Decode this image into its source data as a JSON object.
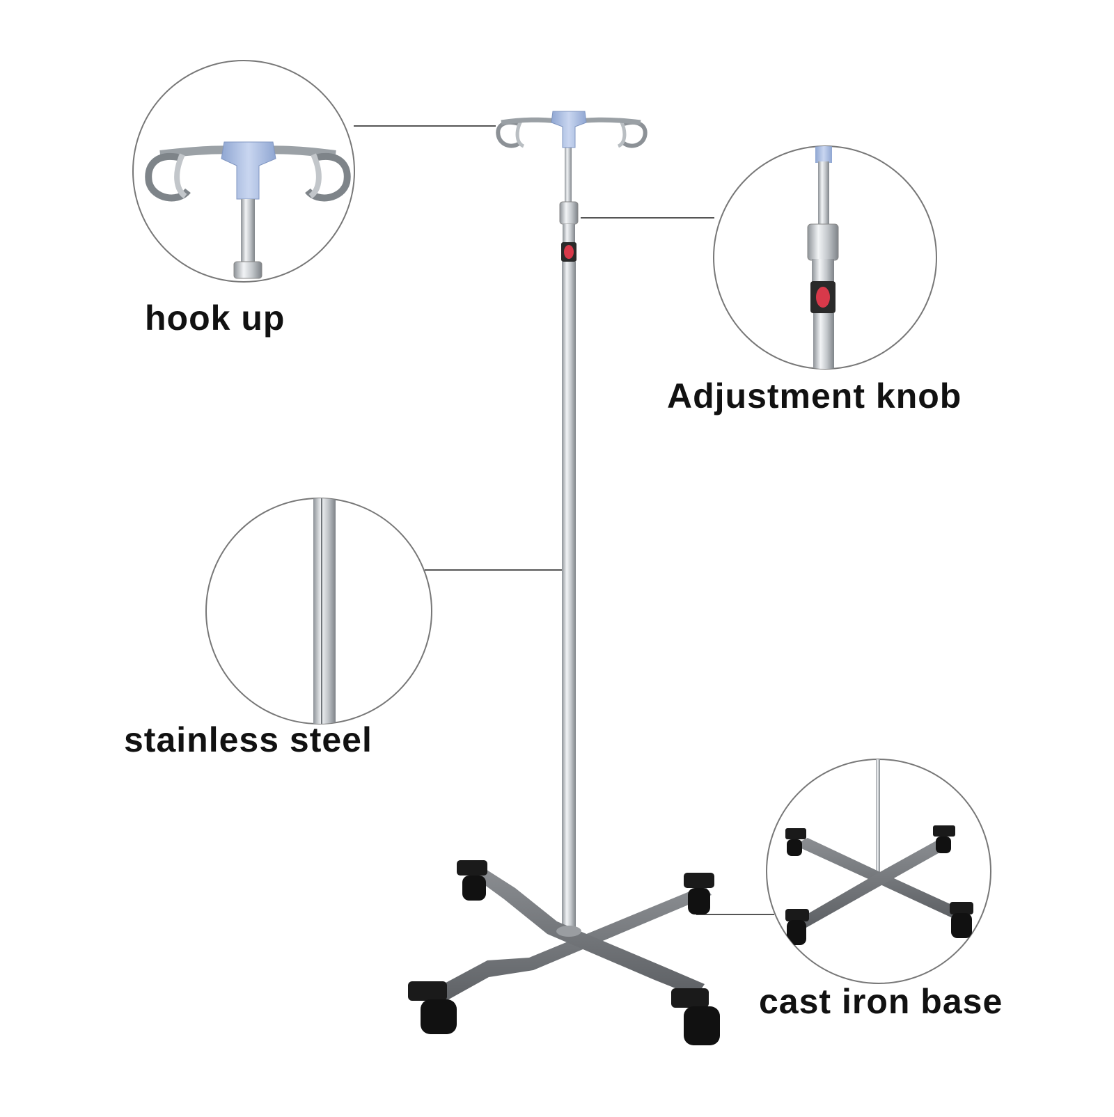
{
  "labels": {
    "hook": "hook up",
    "knob": "Adjustment knob",
    "steel": "stainless steel",
    "base": "cast iron base"
  },
  "colors": {
    "hook_connector": "#a9bde0",
    "knob_marker": "#d8394a",
    "base_gray": "#6c6f73",
    "caster": "#1a1a1a",
    "steel": "#c9cdd1"
  }
}
